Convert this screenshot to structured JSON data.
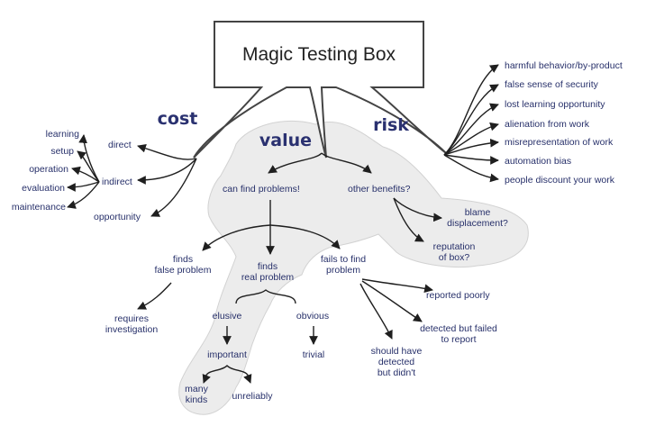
{
  "title": "Magic Testing Box",
  "headings": {
    "cost": "cost",
    "value": "value",
    "risk": "risk"
  },
  "cost": {
    "direct": "direct",
    "indirect": "indirect",
    "opportunity": "opportunity",
    "indirect_items": [
      "learning",
      "setup",
      "operation",
      "evaluation",
      "maintenance"
    ]
  },
  "risk": {
    "items": [
      "harmful behavior/by-product",
      "false sense of security",
      "lost learning opportunity",
      "alienation from work",
      "misrepresentation of work",
      "automation bias",
      "people discount your work"
    ]
  },
  "value": {
    "can_find": "can find problems!",
    "other_benefits": "other benefits?",
    "blame": [
      "blame",
      "displacement?"
    ],
    "reputation": [
      "reputation",
      "of box?"
    ],
    "false_problem": [
      "finds",
      "false problem"
    ],
    "real_problem": [
      "finds",
      "real problem"
    ],
    "fails": [
      "fails to find",
      "problem"
    ],
    "requires": [
      "requires",
      "investigation"
    ],
    "elusive": "elusive",
    "obvious": "obvious",
    "trivial": "trivial",
    "important": "important",
    "many_kinds": [
      "many",
      "kinds"
    ],
    "unreliably": "unreliably",
    "reported_poorly": "reported poorly",
    "detected_failed": [
      "detected but failed",
      "to report"
    ],
    "should_have": [
      "should have",
      "detected",
      "but didn't"
    ]
  }
}
